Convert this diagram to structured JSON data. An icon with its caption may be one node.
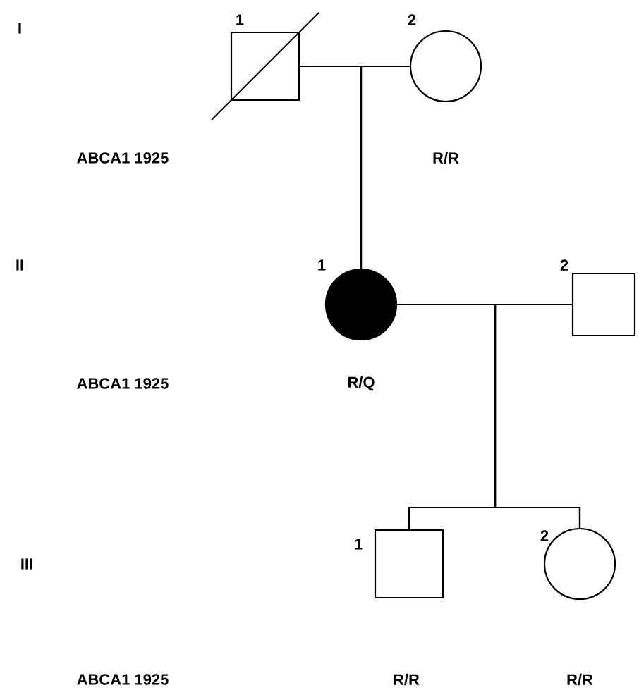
{
  "diagram": {
    "nodes": [
      {
        "text": [],
        "shape": "box",
        "beside": [
          "1"
        ]
      },
      {
        "text": [],
        "shape": "circle",
        "beside": [
          "2",
          "R/R"
        ]
      },
      {
        "text": [],
        "shape": "disc",
        "beside": [
          "1",
          "R/Q"
        ]
      },
      {
        "text": [],
        "shape": "box",
        "beside": [
          "2"
        ]
      },
      {
        "text": [],
        "shape": "box",
        "beside": [
          "1"
        ]
      },
      {
        "text": [],
        "shape": "circle",
        "beside": [
          "2"
        ]
      }
    ],
    "edges": [
      {
        "from": 0,
        "to": 1,
        "arrow": "none"
      },
      {
        "from": 0,
        "to": 2,
        "arrow": "none"
      },
      {
        "from": 1,
        "to": 2,
        "arrow": "none"
      },
      {
        "from": 2,
        "to": 3,
        "arrow": "none"
      },
      {
        "from": 2,
        "to": 4,
        "arrow": "none"
      },
      {
        "from": 2,
        "to": 5,
        "arrow": "none"
      },
      {
        "from": 3,
        "to": 4,
        "arrow": "none"
      },
      {
        "from": 3,
        "to": 5,
        "arrow": "none"
      }
    ],
    "labels": [
      "I",
      "ABCA1 1925",
      "II",
      "ABCA1 1925",
      "III",
      "ABCA1 1925",
      "R/R",
      "R/R"
    ]
  }
}
